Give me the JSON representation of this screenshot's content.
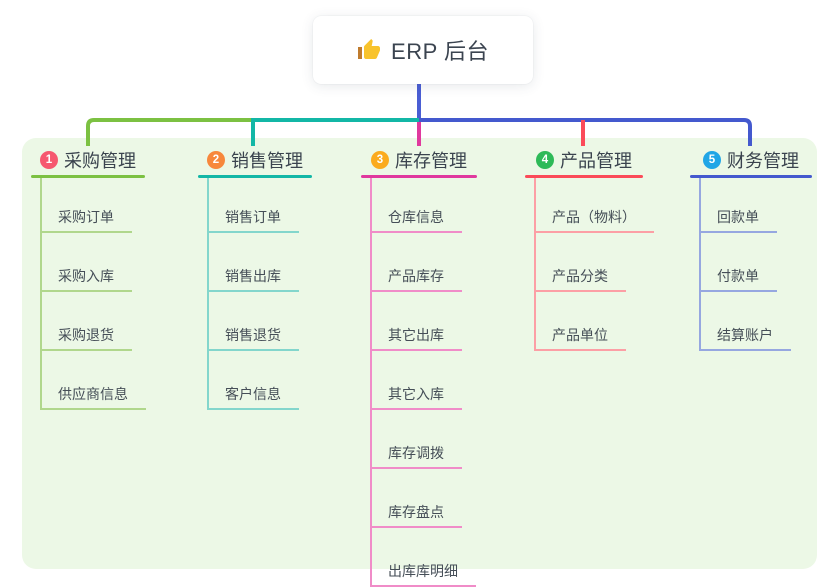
{
  "root": {
    "icon": "thumbs-up-icon",
    "label": "ERP 后台"
  },
  "branches": [
    {
      "number": "1",
      "title": "采购管理",
      "badge_color": "#f6586f",
      "main_color": "#7cc142",
      "light_color": "#b0d78c",
      "children": [
        "采购订单",
        "采购入库",
        "采购退货",
        "供应商信息"
      ]
    },
    {
      "number": "2",
      "title": "销售管理",
      "badge_color": "#f7883c",
      "main_color": "#13b7a6",
      "light_color": "#83d6cc",
      "children": [
        "销售订单",
        "销售出库",
        "销售退货",
        "客户信息"
      ]
    },
    {
      "number": "3",
      "title": "库存管理",
      "badge_color": "#fbab1e",
      "main_color": "#e0399e",
      "light_color": "#f08cc8",
      "children": [
        "仓库信息",
        "产品库存",
        "其它出库",
        "其它入库",
        "库存调拨",
        "库存盘点",
        "出库库明细"
      ]
    },
    {
      "number": "4",
      "title": "产品管理",
      "badge_color": "#2eba58",
      "main_color": "#fb4b59",
      "light_color": "#fc9fa5",
      "children": [
        "产品（物料）",
        "产品分类",
        "产品单位"
      ]
    },
    {
      "number": "5",
      "title": "财务管理",
      "badge_color": "#21a6e6",
      "main_color": "#4459ce",
      "light_color": "#96a7e0",
      "children": [
        "回款单",
        "付款单",
        "结算账户"
      ]
    }
  ],
  "colors": {
    "panel_bg": "#ecf8e6",
    "root_line": "#4a5ed4",
    "title_text": "#3a434e",
    "child_text": "#454e57",
    "thumb_yellow": "#f8c32c",
    "thumb_cuff": "#bf7b2e"
  }
}
